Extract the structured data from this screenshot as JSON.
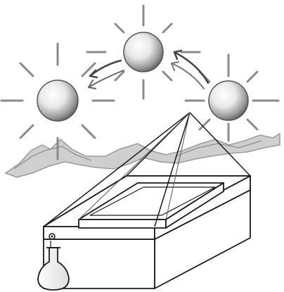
{
  "diagram": {
    "subject": "solar-still",
    "icons": [
      "sun-icon",
      "flask-icon",
      "arrow-icon"
    ],
    "colors": {
      "line": "#1a1a1a",
      "sun_light": "#ffffff",
      "sun_dark": "#6b6b6b",
      "ray": "#8a8a8a",
      "mountain": "#9a9a9a",
      "arrow": "#555555"
    },
    "sun_positions": [
      "left",
      "top",
      "right"
    ]
  }
}
